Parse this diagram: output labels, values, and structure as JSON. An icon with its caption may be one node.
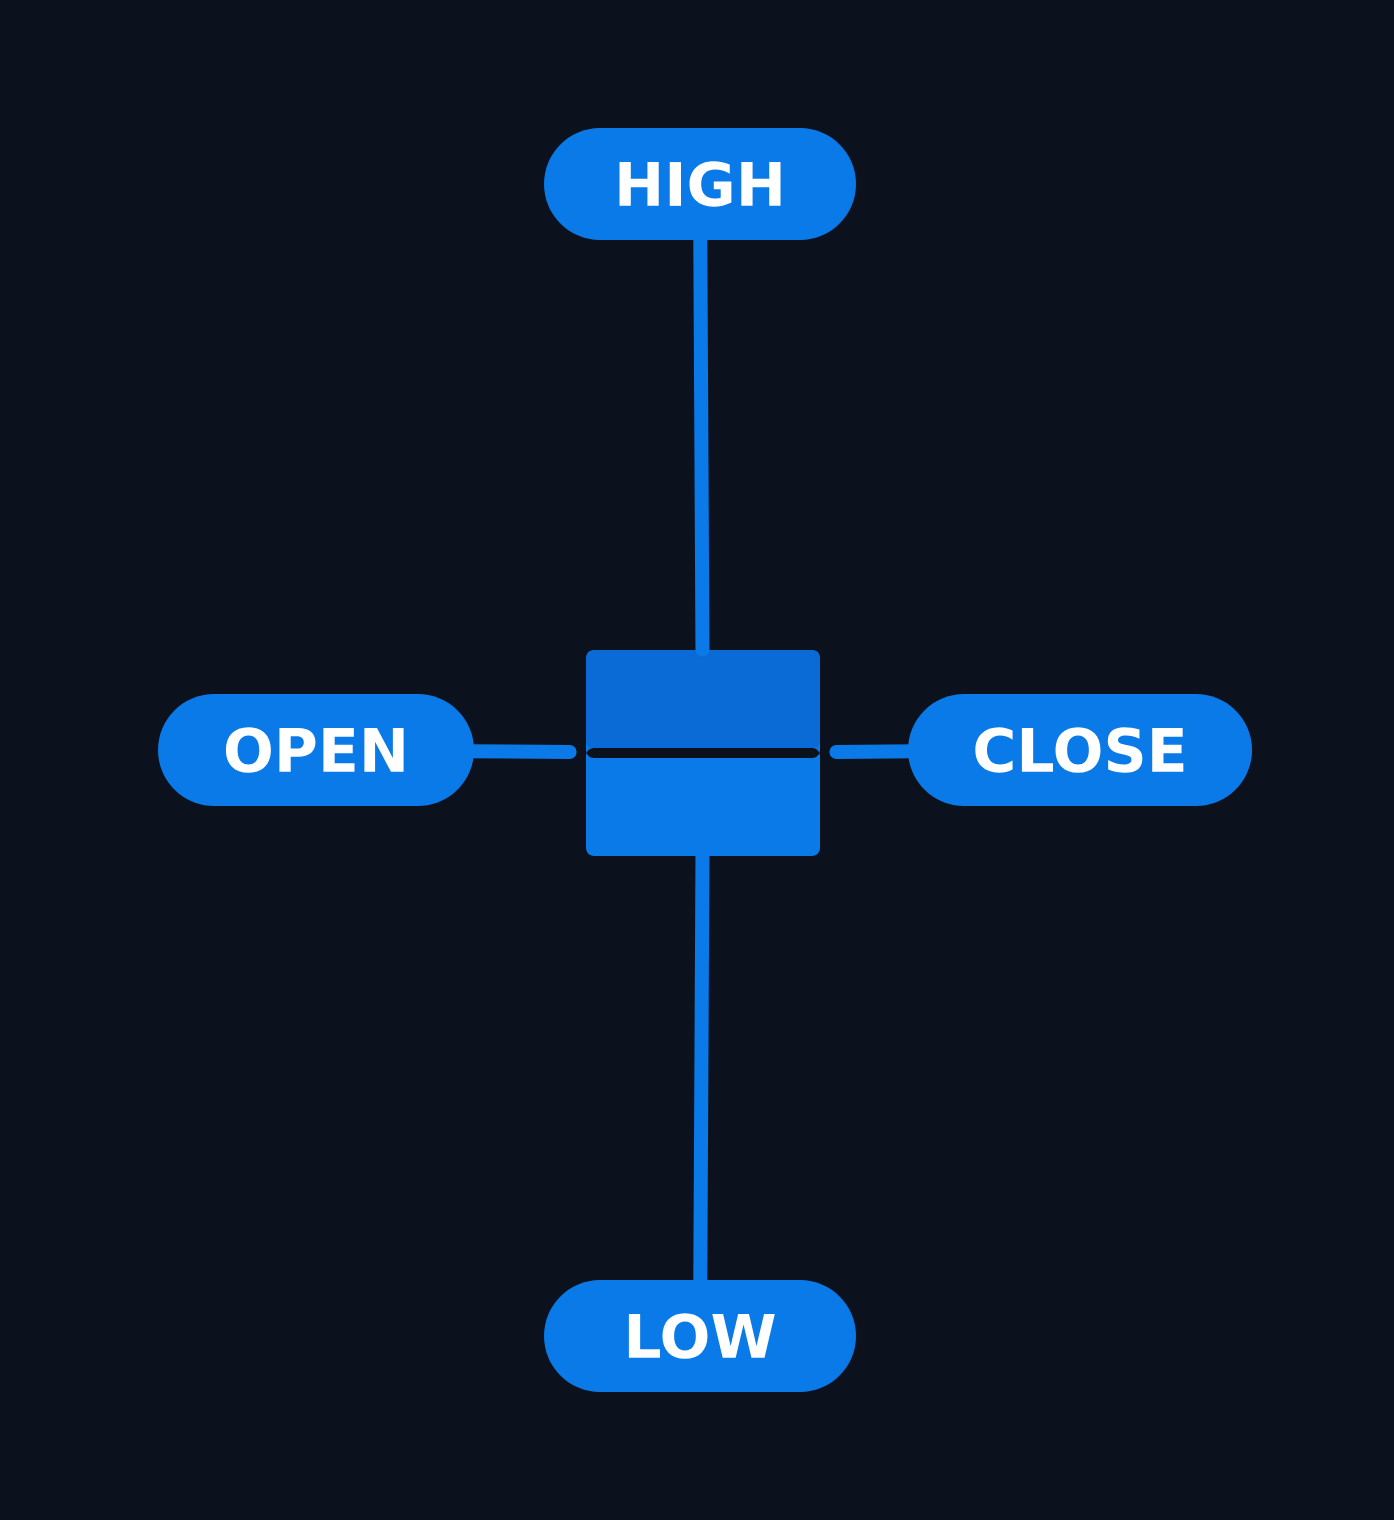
{
  "diagram": {
    "nodes": [
      {
        "text": [
          "HIGH"
        ]
      },
      {
        "text": [
          "OPEN"
        ]
      },
      {
        "text": [],
        "shape": "box"
      },
      {
        "text": [
          "CLOSE"
        ]
      },
      {
        "text": [
          "LOW"
        ]
      }
    ],
    "edges": [
      {
        "from": 0,
        "to": 2,
        "arrow": "none"
      },
      {
        "from": 1,
        "to": 2,
        "arrow": "none"
      },
      {
        "from": 3,
        "to": 2,
        "arrow": "none"
      },
      {
        "from": 4,
        "to": 2,
        "arrow": "none"
      }
    ]
  }
}
